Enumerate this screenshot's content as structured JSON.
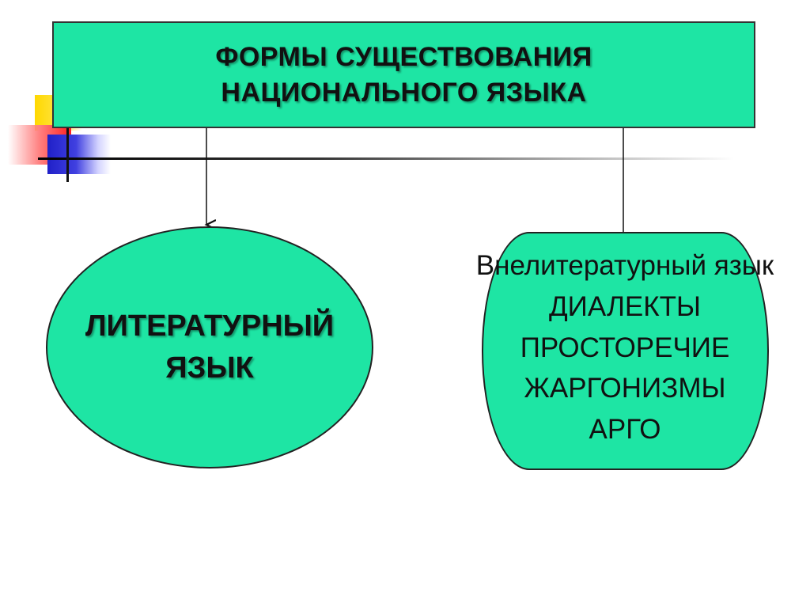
{
  "title": {
    "line1": "ФОРМЫ СУЩЕСТВОВАНИЯ",
    "line2": "НАЦИОНАЛЬНОГО ЯЗЫКА"
  },
  "literary": {
    "line1": "ЛИТЕРАТУРНЫЙ",
    "line2": "ЯЗЫК"
  },
  "non_literary": {
    "heading": "Внелитературный язык",
    "items": [
      "ДИАЛЕКТЫ",
      "ПРОСТОРЕЧИЕ",
      "ЖАРГОНИЗМЫ",
      "АРГО"
    ]
  },
  "colors": {
    "shape_fill": "#1ee5a4",
    "outline": "#222222"
  }
}
